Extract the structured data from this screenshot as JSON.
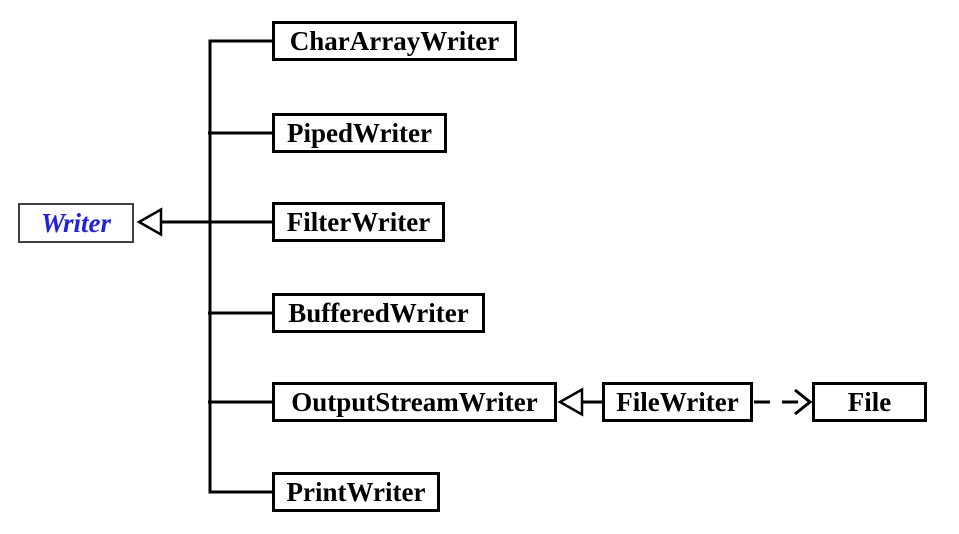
{
  "diagram": {
    "kind": "class-inheritance-hierarchy",
    "nodes": {
      "writer": "Writer",
      "char_array_writer": "CharArrayWriter",
      "piped_writer": "PipedWriter",
      "filter_writer": "FilterWriter",
      "buffered_writer": "BufferedWriter",
      "output_stream_writer": "OutputStreamWriter",
      "print_writer": "PrintWriter",
      "file_writer": "FileWriter",
      "file": "File"
    },
    "edges": [
      {
        "from": "CharArrayWriter",
        "to": "Writer",
        "type": "inheritance"
      },
      {
        "from": "PipedWriter",
        "to": "Writer",
        "type": "inheritance"
      },
      {
        "from": "FilterWriter",
        "to": "Writer",
        "type": "inheritance"
      },
      {
        "from": "BufferedWriter",
        "to": "Writer",
        "type": "inheritance"
      },
      {
        "from": "OutputStreamWriter",
        "to": "Writer",
        "type": "inheritance"
      },
      {
        "from": "PrintWriter",
        "to": "Writer",
        "type": "inheritance"
      },
      {
        "from": "FileWriter",
        "to": "OutputStreamWriter",
        "type": "inheritance"
      },
      {
        "from": "FileWriter",
        "to": "File",
        "type": "dashed-dependency"
      }
    ],
    "colors": {
      "line": "#000000",
      "box_border": "#000000",
      "root_box_border": "#3f3f3f",
      "root_text": "#2222dd",
      "background": "#ffffff"
    }
  }
}
